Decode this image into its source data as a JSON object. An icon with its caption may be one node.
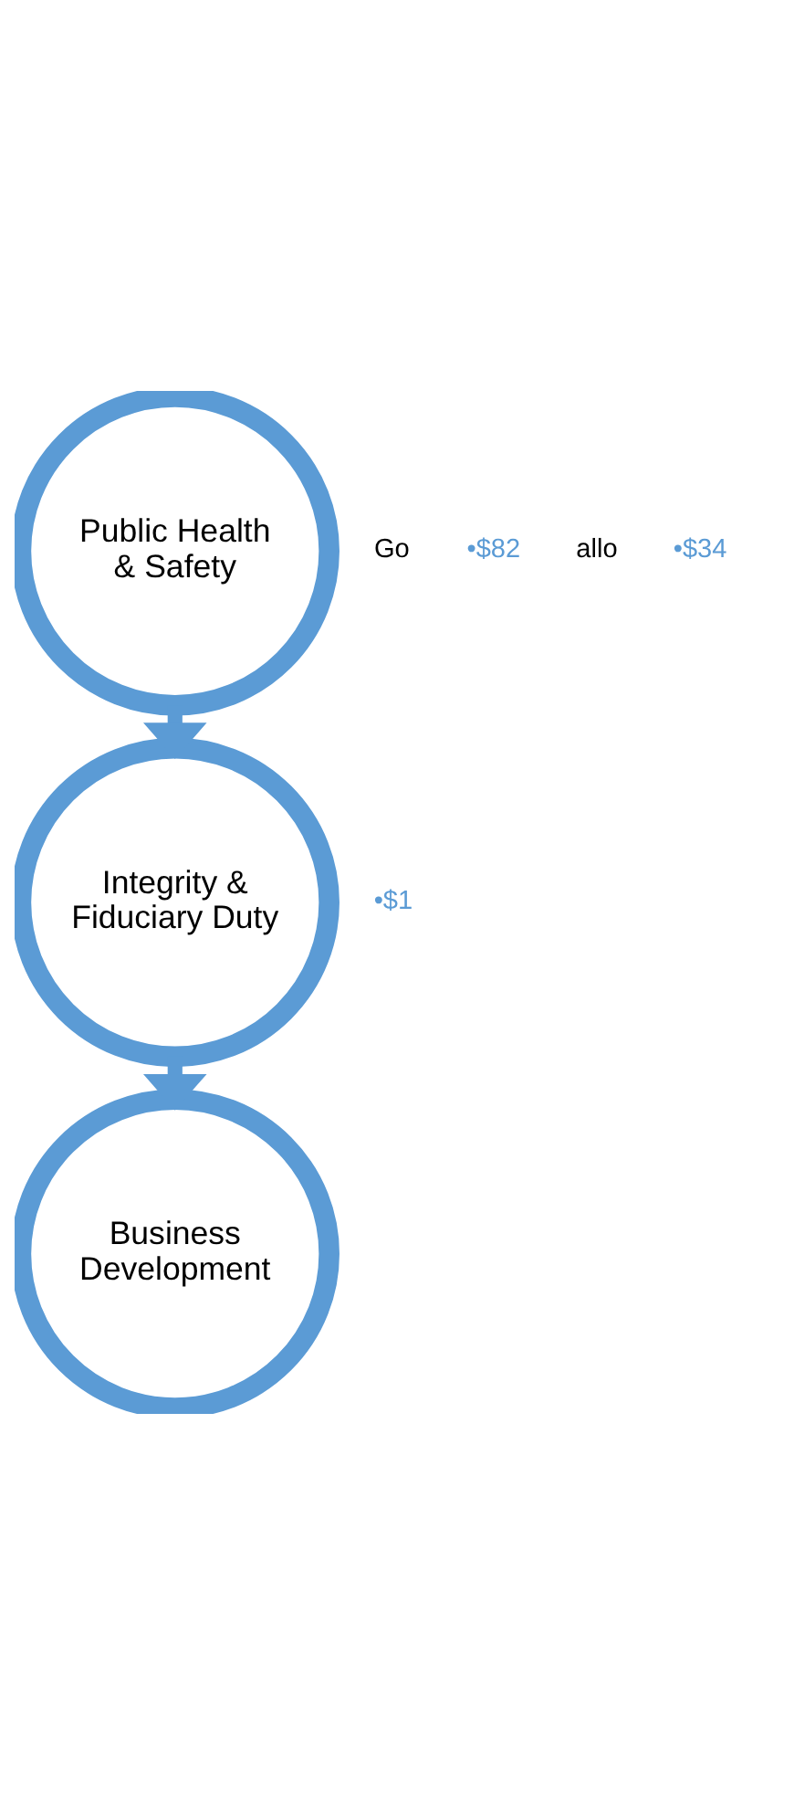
{
  "diagram": {
    "nodes": [
      {
        "text": [
          "Public Health & Safety"
        ]
      },
      {
        "text": [
          "Integrity & Fiduciary Duty"
        ]
      },
      {
        "text": [
          "Business Development"
        ]
      }
    ],
    "edges": [
      {
        "from": 0,
        "to": 1,
        "arrow": "to"
      },
      {
        "from": 1,
        "to": 2,
        "arrow": "to"
      }
    ],
    "labels": [
      "•$1",
      "Go",
      "•$82",
      "allo",
      "•$34"
    ]
  }
}
